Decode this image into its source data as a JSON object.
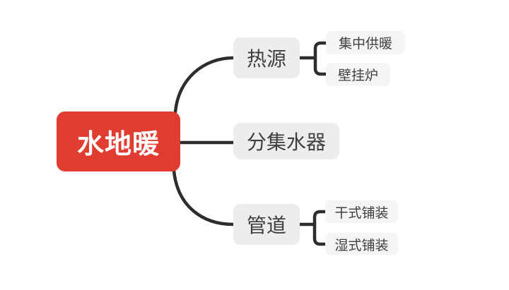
{
  "colors": {
    "canvas_bg": "#FFFFFF",
    "root_bg": "#E03C31",
    "root_text": "#FFFFFF",
    "branch_bg": "#EDEDED",
    "leaf_bg": "#F5F5F5",
    "node_text": "#3F3F3F",
    "line": "#2D2D2D"
  },
  "root": {
    "label": "水地暖"
  },
  "branches": [
    {
      "label": "热源",
      "children": [
        {
          "label": "集中供暖"
        },
        {
          "label": "壁挂炉"
        }
      ]
    },
    {
      "label": "分集水器",
      "children": []
    },
    {
      "label": "管道",
      "children": [
        {
          "label": "干式铺装"
        },
        {
          "label": "湿式铺装"
        }
      ]
    }
  ]
}
